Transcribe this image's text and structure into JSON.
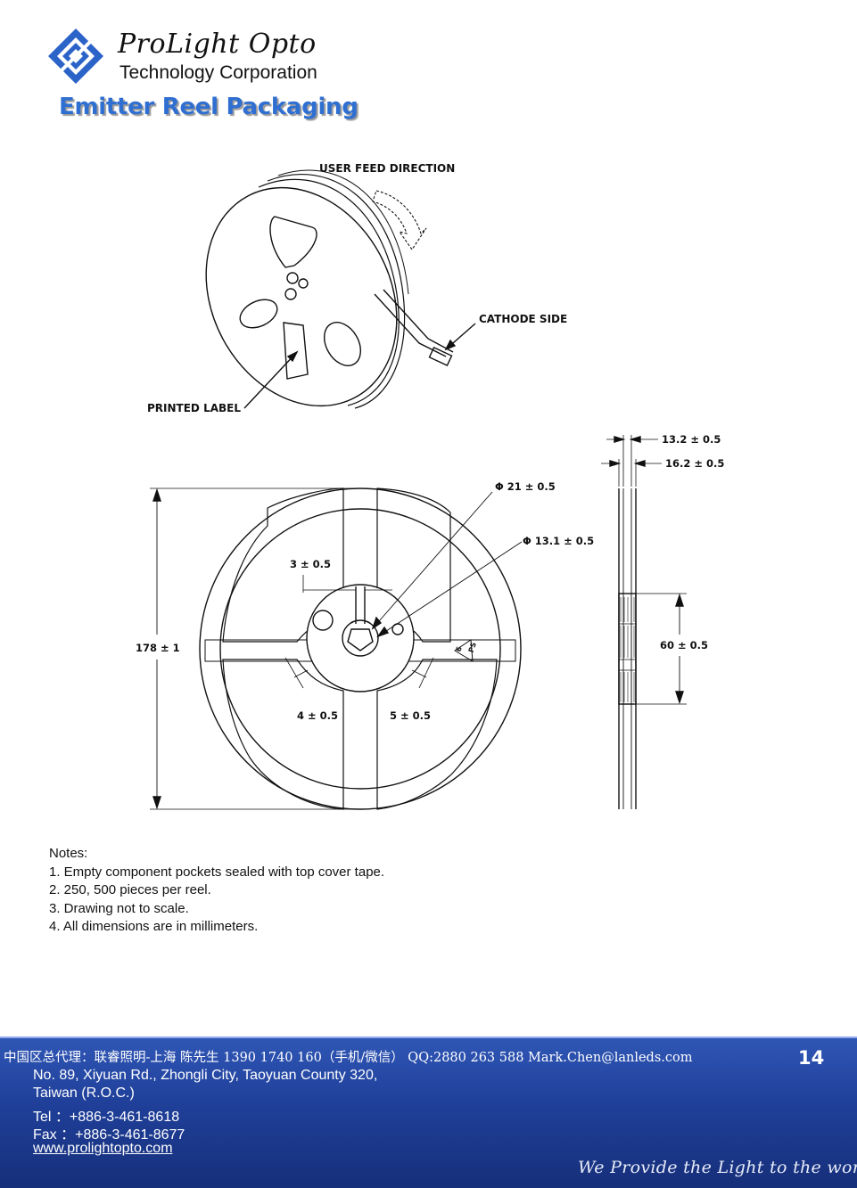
{
  "header": {
    "brand_name": "ProLight Opto",
    "brand_sub": "Technology Corporation",
    "title": "Emitter Reel Packaging",
    "logo_icon": "prolight-diamond-logo-icon",
    "title_color": "#2f6fd1"
  },
  "figure": {
    "feed_direction": "USER FEED DIRECTION",
    "cathode_side": "CATHODE SIDE",
    "printed_label": "PRINTED LABEL",
    "dim_diameter_21": "Φ 21 ± 0.5",
    "dim_diameter_13": "Φ 13.1 ± 0.5",
    "dim_slot": "3 ± 0.5",
    "dim_outer": "178 ± 1",
    "dim_spoke_left": "4 ± 0.5",
    "dim_spoke_right": "5 ± 0.5",
    "dim_width_inner": "13.2 ± 0.5",
    "dim_width_outer": "16.2 ± 0.5",
    "dim_hub": "60 ± 0.5",
    "recycle_mark": "6",
    "recycle_code": "PS"
  },
  "notes": {
    "heading": "Notes:",
    "items": [
      "1. Empty component pockets sealed with top cover tape.",
      "2. 250, 500 pieces per reel.",
      "3. Drawing not to scale.",
      "4. All dimensions are in millimeters."
    ]
  },
  "footer": {
    "agent": "中国区总代理：联睿照明-上海    陈先生 1390 1740 160（手机/微信）  QQ:2880 263 588  Mark.Chen@lanleds.com",
    "address_line1": "No. 89, Xiyuan Rd., Zhongli City, Taoyuan County 320,",
    "address_line2": "Taiwan (R.O.C.)",
    "tel": "Tel ：+886-3-461-8618",
    "fax": "Fax ：+886-3-461-8677",
    "website": "www.prolightopto.com",
    "page_number": "14",
    "slogan": "We Provide the Light to the world",
    "background_color": "#1f3f99"
  }
}
